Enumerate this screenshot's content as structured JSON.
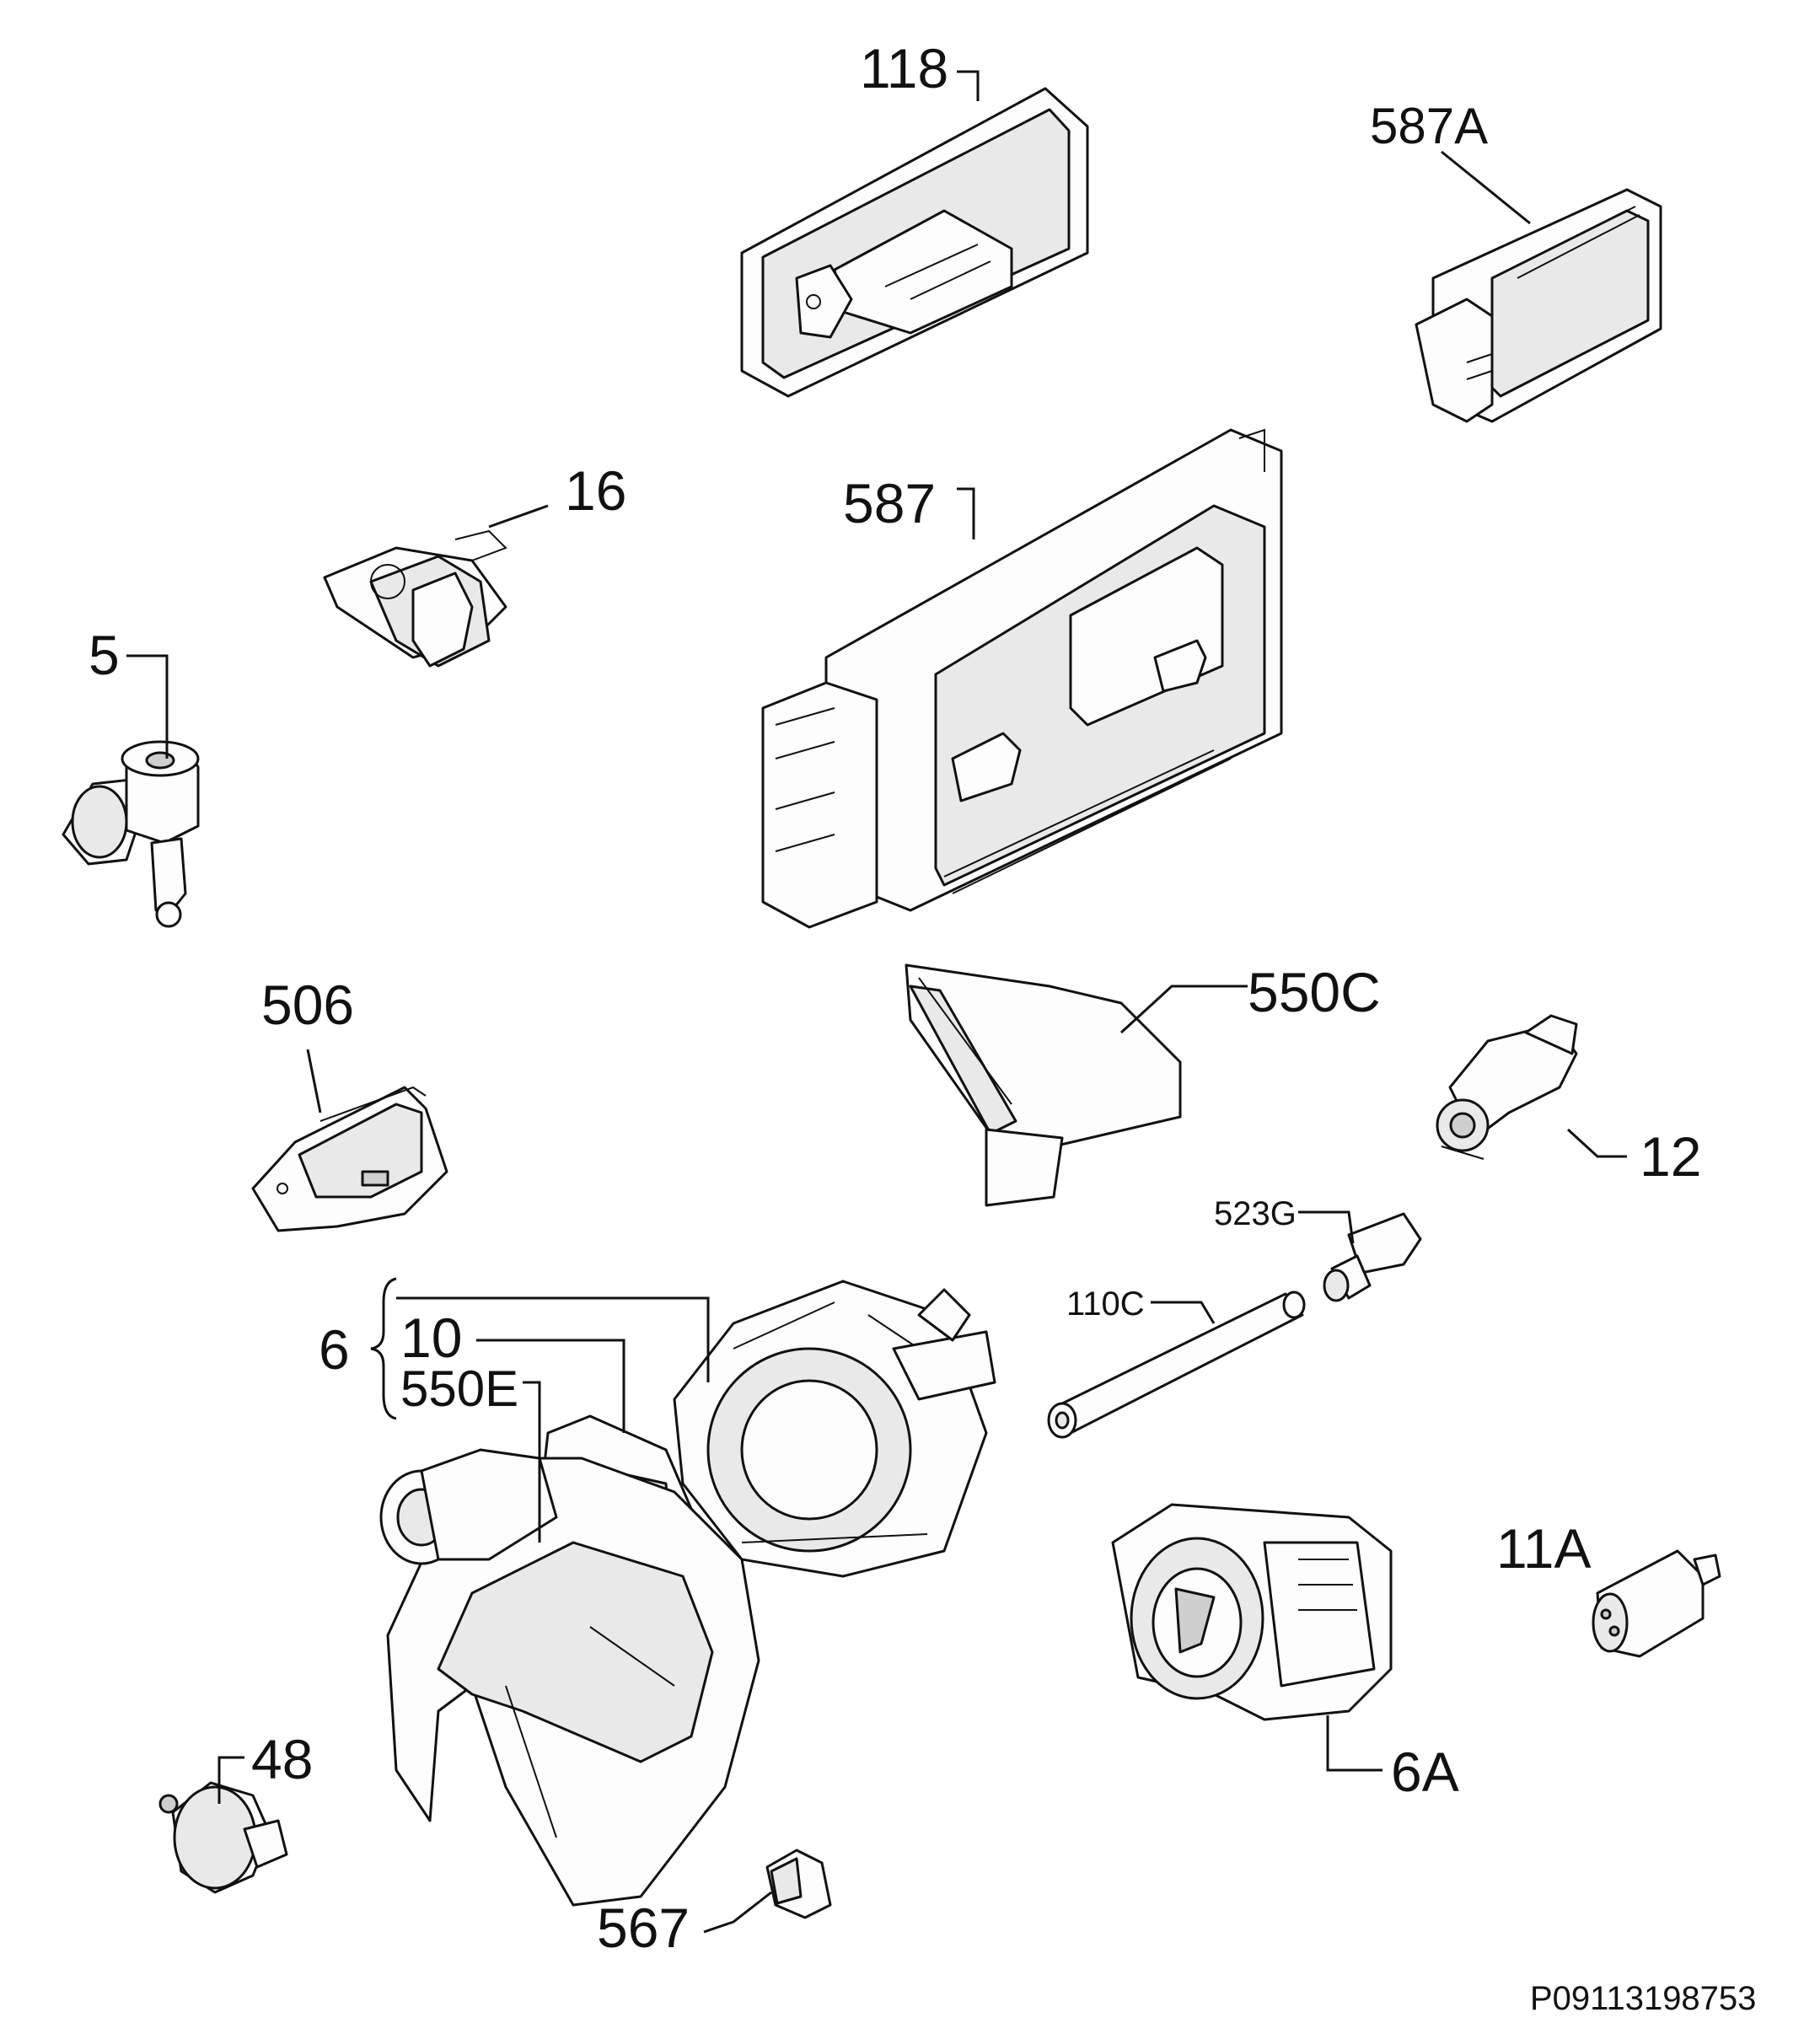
{
  "drawing": {
    "document_code": "P09113198753",
    "parts": [
      {
        "id": "p118",
        "label": "118"
      },
      {
        "id": "p587A",
        "label": "587A"
      },
      {
        "id": "p16",
        "label": "16"
      },
      {
        "id": "p587",
        "label": "587"
      },
      {
        "id": "p5",
        "label": "5"
      },
      {
        "id": "p506",
        "label": "506"
      },
      {
        "id": "p550C",
        "label": "550C"
      },
      {
        "id": "p12",
        "label": "12"
      },
      {
        "id": "p523G",
        "label": "523G"
      },
      {
        "id": "p110C",
        "label": "110C"
      },
      {
        "id": "p6",
        "label": "6"
      },
      {
        "id": "p10",
        "label": "10"
      },
      {
        "id": "p550E",
        "label": "550E"
      },
      {
        "id": "p11A",
        "label": "11A"
      },
      {
        "id": "p6A",
        "label": "6A"
      },
      {
        "id": "p48",
        "label": "48"
      },
      {
        "id": "p567",
        "label": "567"
      }
    ]
  }
}
